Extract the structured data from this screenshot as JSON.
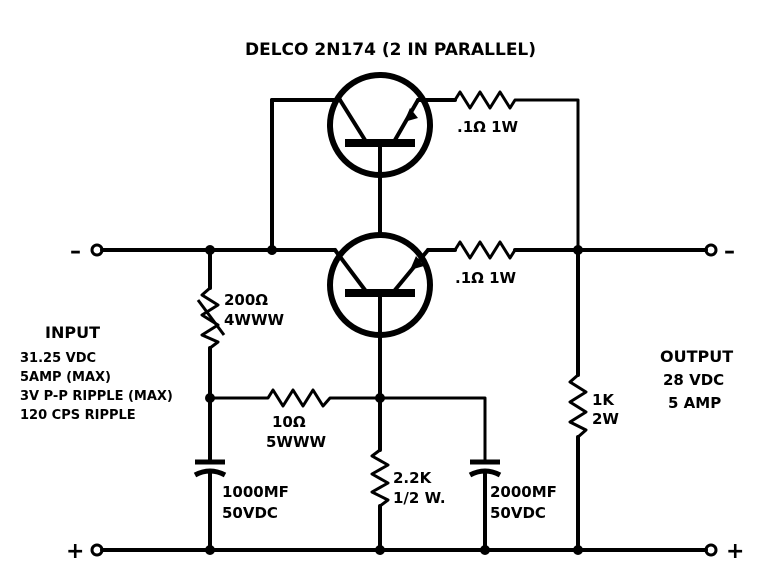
{
  "title": "DELCO 2N174 (2 IN PARALLEL)",
  "terminals": {
    "in_minus": "–",
    "in_plus": "+",
    "out_minus": "–",
    "out_plus": "+"
  },
  "input": {
    "heading": "INPUT",
    "lines": [
      "31.25 VDC",
      "5AMP (MAX)",
      "3V P-P RIPPLE (MAX)",
      "120 CPS  RIPPLE"
    ]
  },
  "output": {
    "heading": "OUTPUT",
    "lines": [
      "28  VDC",
      "5 AMP"
    ]
  },
  "components": {
    "r_top": {
      "value": ".1Ω 1W"
    },
    "r_bottom": {
      "value": ".1Ω 1W"
    },
    "r_var": {
      "value": "200Ω",
      "rating": "4WWW"
    },
    "r_10": {
      "value": "10Ω",
      "rating": "5WWW"
    },
    "r_22k": {
      "value": "2.2K",
      "rating": "1/2 W."
    },
    "r_1k": {
      "value": "1K",
      "rating": "2W"
    },
    "c_1000": {
      "value": "1000MF",
      "rating": "50VDC"
    },
    "c_2000": {
      "value": "2000MF",
      "rating": "50VDC"
    }
  }
}
